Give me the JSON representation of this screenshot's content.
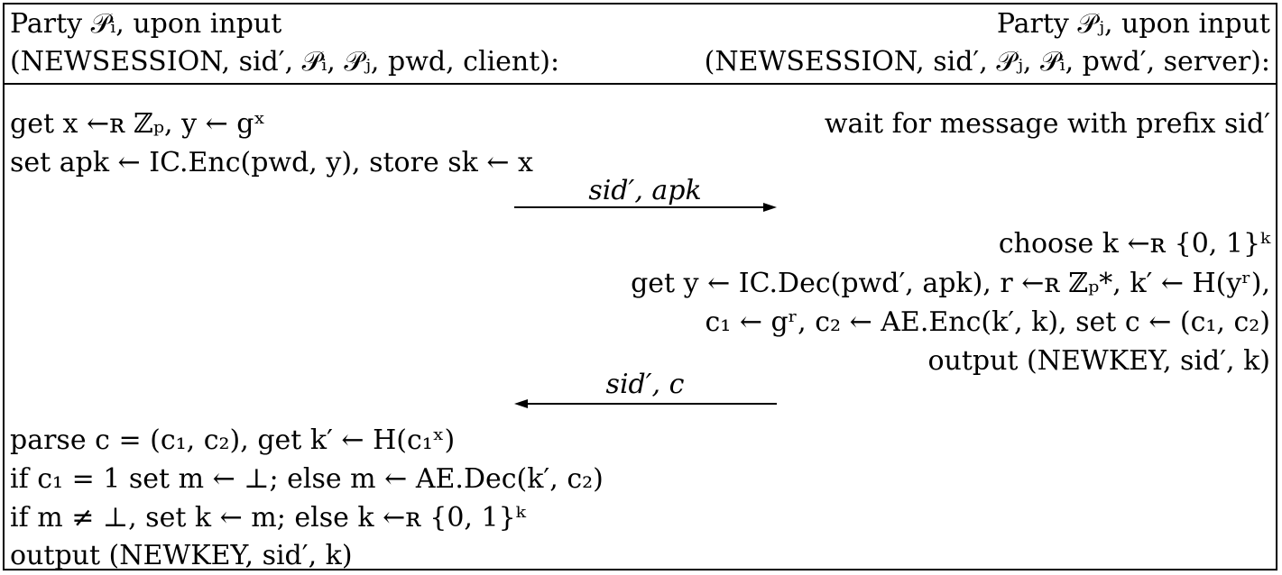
{
  "header": {
    "left_line1": "Party 𝒫ᵢ, upon input",
    "left_line2": "(NEWSESSION, sid′, 𝒫ᵢ, 𝒫ⱼ, pwd, client):",
    "right_line1": "Party 𝒫ⱼ, upon input",
    "right_line2": "(NEWSESSION, sid′, 𝒫ⱼ, 𝒫ᵢ, pwd′, server):"
  },
  "client": {
    "line1": "get x ←ʀ ℤₚ, y ← gˣ",
    "line2": "set apk ← IC.Enc(pwd, y),  store sk ← x",
    "line3": "parse c = (c₁, c₂), get k′ ← H(c₁ˣ)",
    "line4": "if c₁ = 1 set m ← ⊥; else m ← AE.Dec(k′, c₂)",
    "line5": "if m ≠ ⊥, set k ← m; else k ←ʀ {0, 1}ᵏ",
    "line6": "output (NEWKEY, sid′, k)"
  },
  "server": {
    "line1": "wait for message with prefix sid′",
    "line2": "choose k ←ʀ {0, 1}ᵏ",
    "line3": "get y ← IC.Dec(pwd′, apk), r ←ʀ ℤₚ*, k′ ← H(yʳ),",
    "line4": "c₁ ← gʳ, c₂ ← AE.Enc(k′, k), set c ← (c₁, c₂)",
    "line5": "output (NEWKEY, sid′, k)"
  },
  "messages": [
    {
      "label": "sid′, apk",
      "direction": "right"
    },
    {
      "label": "sid′, c",
      "direction": "left"
    }
  ]
}
